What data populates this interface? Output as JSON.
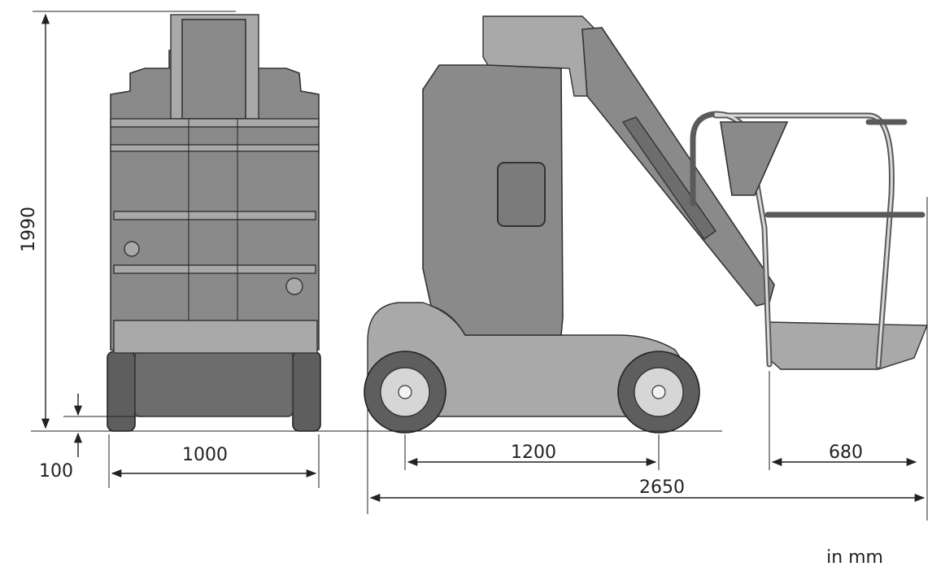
{
  "dimensions": {
    "height_total": "1990",
    "ground_clearance": "100",
    "width": "1000",
    "wheelbase": "1200",
    "platform_overhang": "680",
    "length_total": "2650"
  },
  "unit_note": "in mm",
  "colors": {
    "machine_body": "#8a8a8a",
    "line": "#222222",
    "background": "#ffffff"
  }
}
